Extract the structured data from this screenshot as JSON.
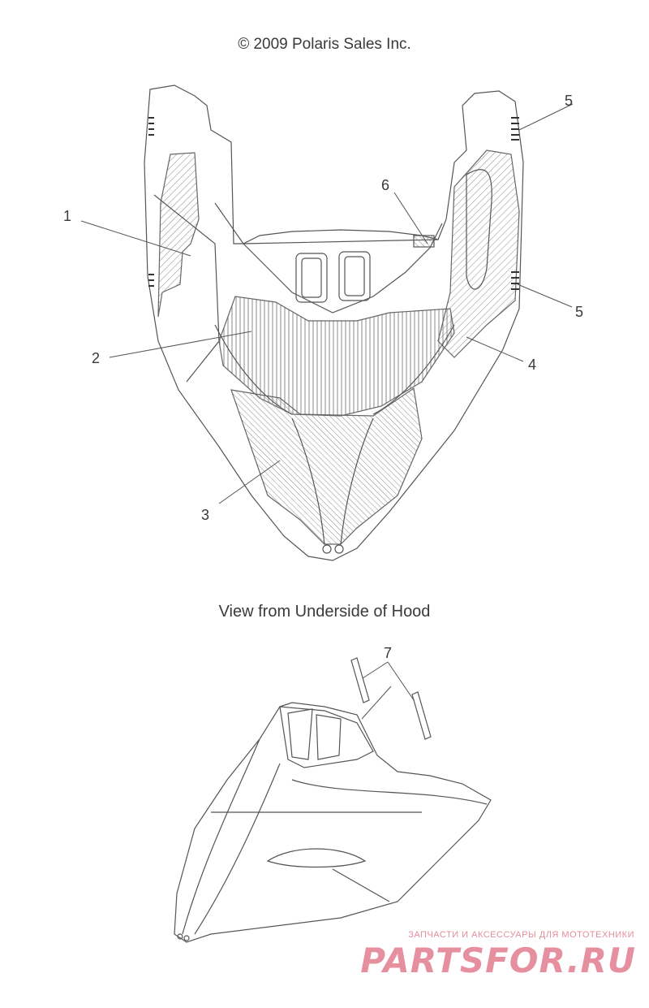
{
  "header": {
    "copyright": "© 2009 Polaris Sales Inc."
  },
  "top_view": {
    "caption": "View from Underside of Hood",
    "callouts": [
      "1",
      "2",
      "3",
      "4",
      "5",
      "5",
      "6"
    ]
  },
  "bottom_view": {
    "callouts": [
      "7"
    ]
  },
  "watermark": {
    "tagline": "ЗАПЧАСТИ И АКСЕССУАРЫ ДЛЯ МОТОТЕХНИКИ",
    "logo": "PARTSFOR.RU"
  },
  "colors": {
    "line": "#555555",
    "hatch": "#8a8a8a",
    "watermark": "#e27c8f"
  }
}
